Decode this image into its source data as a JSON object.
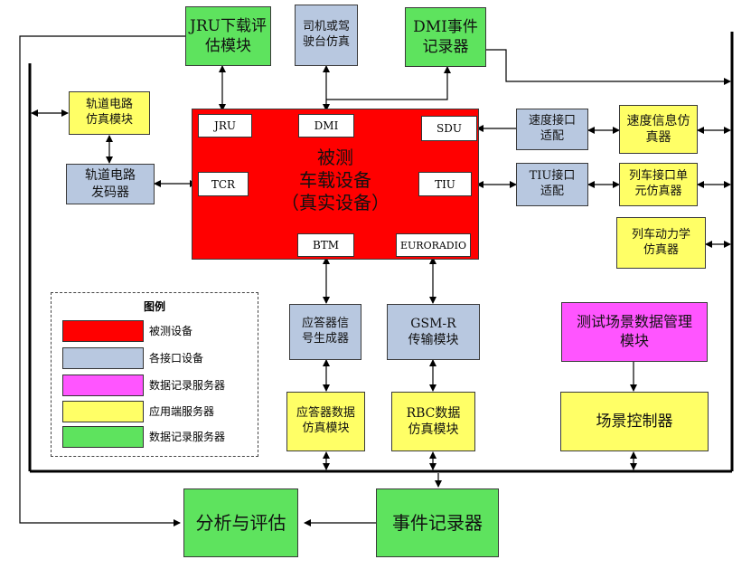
{
  "top": {
    "jru_eval": "JRU下载评\n估模块",
    "driver_sim": "司机或驾\n驶台仿真",
    "dmi_recorder": "DMI事件\n记录器"
  },
  "left": {
    "track_sim": "轨道电路\n仿真模块",
    "track_coder": "轨道电路\n发码器"
  },
  "dut": {
    "title": "被测\n车载设备\n（真实设备）",
    "ports": {
      "jru": "JRU",
      "dmi": "DMI",
      "sdu": "SDU",
      "tcr": "TCR",
      "tiu": "TIU",
      "btm": "BTM",
      "euroradio": "EURORADIO"
    }
  },
  "right": {
    "speed_adapter": "速度接口\n适配",
    "speed_sim": "速度信息仿\n真器",
    "tiu_adapter": "TIU接口\n适配",
    "train_if_sim": "列车接口单\n元仿真器",
    "dynamics_sim": "列车动力学\n仿真器"
  },
  "middle": {
    "balise_gen": "应答器信\n号生成器",
    "gsmr": "GSM-R\n传输模块",
    "balise_sim": "应答器数据\n仿真模块",
    "rbc_sim": "RBC数据\n仿真模块",
    "scenario_mgmt": "测试场景数据管理\n模块",
    "scenario_ctrl": "场景控制器"
  },
  "bottom": {
    "analysis": "分析与评估",
    "event_recorder": "事件记录器"
  },
  "legend": {
    "title": "图例",
    "items": [
      {
        "label": "被测设备",
        "color": "#ff0000"
      },
      {
        "label": "各接口设备",
        "color": "#b8c8e0"
      },
      {
        "label": "数据记录服务器",
        "color": "#ff55ff"
      },
      {
        "label": "应用端服务器",
        "color": "#ffff66"
      },
      {
        "label": "数据记录服务器",
        "color": "#5ee35e"
      }
    ]
  }
}
